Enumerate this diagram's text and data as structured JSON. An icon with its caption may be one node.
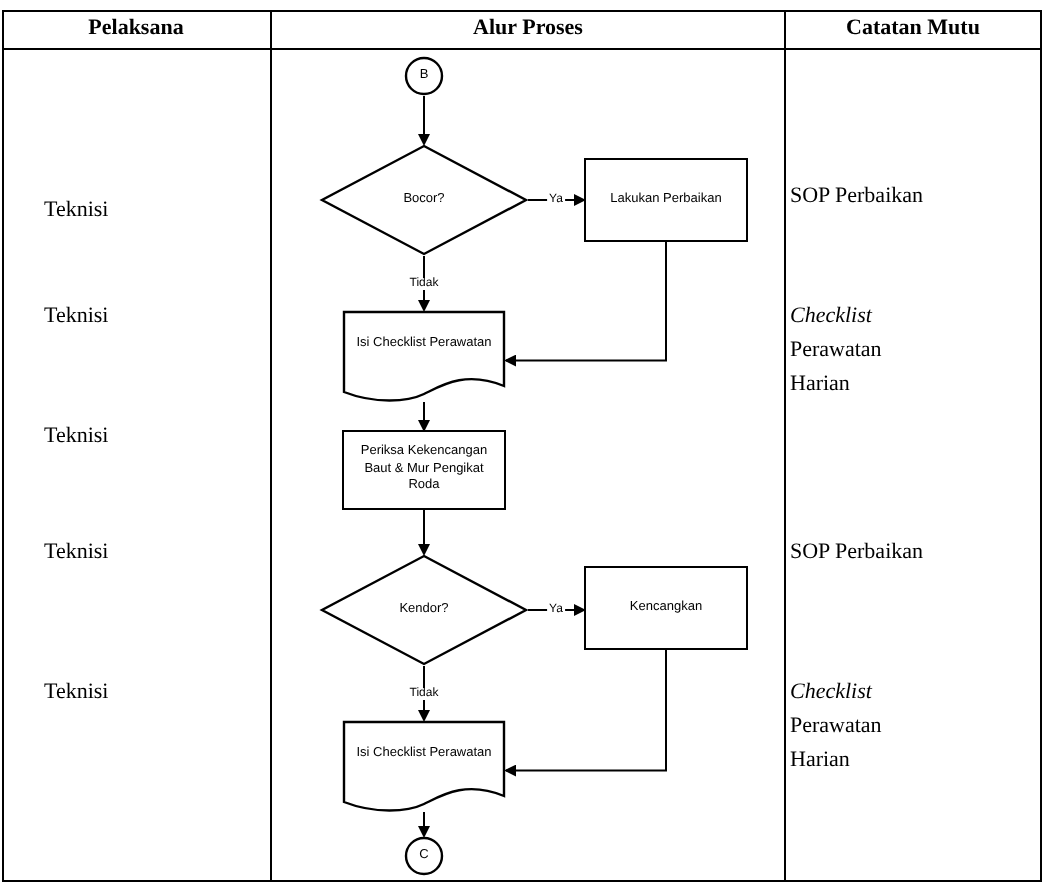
{
  "diagram": {
    "nodes": [
      {
        "text": [
          "B"
        ]
      },
      {
        "text": [
          "Bocor?"
        ]
      },
      {
        "text": [
          "Lakukan Perbaikan"
        ]
      },
      {
        "text": [
          "Isi Checklist Perawatan"
        ]
      },
      {
        "text": [
          "Periksa Kekencangan Baut & Mur Pengikat Roda"
        ]
      },
      {
        "text": [
          "Kendor?"
        ]
      },
      {
        "text": [
          "Kencangkan"
        ]
      },
      {
        "text": [
          "Isi Checklist Perawatan"
        ]
      },
      {
        "text": [
          "C"
        ]
      }
    ],
    "edges": [
      {
        "from": 0,
        "to": 1,
        "arrow": "to"
      },
      {
        "from": 1,
        "to": 2,
        "arrow": "to",
        "label": "Ya"
      },
      {
        "from": 1,
        "to": 3,
        "arrow": "to",
        "label": "Tidak"
      },
      {
        "from": 2,
        "to": 3,
        "arrow": "to"
      },
      {
        "from": 3,
        "to": 4,
        "arrow": "to"
      },
      {
        "from": 4,
        "to": 5,
        "arrow": "to"
      },
      {
        "from": 5,
        "to": 6,
        "arrow": "to",
        "label": "Ya"
      },
      {
        "from": 5,
        "to": 7,
        "arrow": "to",
        "label": "Tidak"
      },
      {
        "from": 6,
        "to": 7,
        "arrow": "to"
      },
      {
        "from": 7,
        "to": 8,
        "arrow": "to"
      }
    ],
    "labels": [
      "Pelaksana",
      "Alur Proses",
      "Catatan Mutu",
      "Teknisi",
      "SOP Perbaikan",
      "Teknisi",
      "*Checklist* Perawatan Harian",
      "Teknisi",
      "Teknisi",
      "SOP Perbaikan",
      "Teknisi",
      "*Checklist* Perawatan Harian"
    ]
  }
}
